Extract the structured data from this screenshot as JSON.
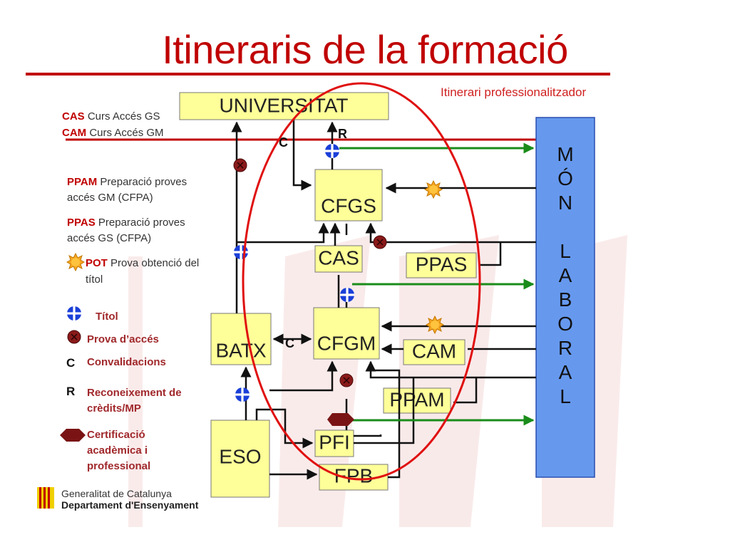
{
  "title": "Itineraris de la formació",
  "subtitle": "Itinerari professionalitzador",
  "colors": {
    "title": "#c00000",
    "box_fill": "#ffff99",
    "mon_laboral_fill": "#6699ee",
    "ellipse": "#e01010",
    "green_arrow": "#1a8c1a"
  },
  "legend": {
    "cas": {
      "abbr": "CAS",
      "text": "Curs Accés GS"
    },
    "cam": {
      "abbr": "CAM",
      "text": "Curs Accés GM"
    },
    "ppam": {
      "abbr": "PPAM",
      "line1": "Preparació proves",
      "line2": "accés GM (CFPA)"
    },
    "ppas": {
      "abbr": "PPAS",
      "line1": "Preparació proves",
      "line2": "accés GS (CFPA)"
    },
    "pot": {
      "abbr": "POT",
      "line1": "Prova obtenció del",
      "line2": "títol"
    },
    "titol": "Títol",
    "prova": "Prova d’accés",
    "c": {
      "mark": "C",
      "text": "Convalidacions"
    },
    "r": {
      "mark": "R",
      "line1": "Reconeixement de",
      "line2": "crèdits/MP"
    },
    "cert": {
      "line1": "Certificació",
      "line2": "acadèmica i",
      "line3": "professional"
    }
  },
  "boxes": {
    "universitat": "UNIVERSITAT",
    "cfgs": "CFGS",
    "cas": "CAS",
    "ppas": "PPAS",
    "cfgm": "CFGM",
    "batx": "BATX",
    "cam": "CAM",
    "ppam": "PPAM",
    "pfi": "PFI",
    "eso": "ESO",
    "fpb": "FPB"
  },
  "mon_laboral": [
    "M",
    "Ó",
    "N",
    "",
    "L",
    "A",
    "B",
    "O",
    "R",
    "A",
    "L"
  ],
  "marks": {
    "c": "C",
    "r": "R"
  },
  "footer": {
    "line1": "Generalitat de Catalunya",
    "line2": "Departament d'Ensenyament"
  }
}
